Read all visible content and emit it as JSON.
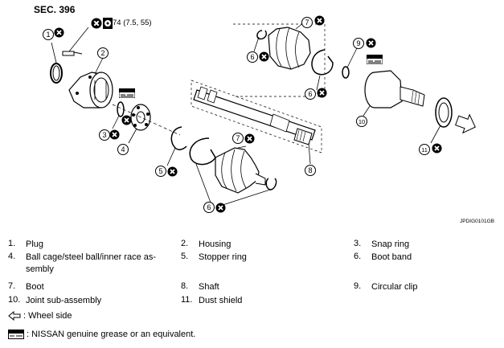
{
  "section_label": "SEC. 396",
  "torque_spec": "74 (7.5, 55)",
  "figure_id": "JPDIG0101GB",
  "callouts": [
    "1",
    "2",
    "3",
    "4",
    "5",
    "6",
    "6",
    "6",
    "7",
    "7",
    "8",
    "9",
    "10",
    "11"
  ],
  "legend": [
    {
      "num": "1.",
      "text": "Plug"
    },
    {
      "num": "2.",
      "text": "Housing"
    },
    {
      "num": "3.",
      "text": "Snap ring"
    },
    {
      "num": "4.",
      "text": "Ball cage/steel ball/inner race as-"
    },
    {
      "num": "",
      "text": "sembly"
    },
    {
      "num": "5.",
      "text": "Stopper ring"
    },
    {
      "num": "6.",
      "text": "Boot band"
    },
    {
      "num": "7.",
      "text": "Boot"
    },
    {
      "num": "8.",
      "text": "Shaft"
    },
    {
      "num": "9.",
      "text": "Circular clip"
    },
    {
      "num": "10.",
      "text": "Joint sub-assembly"
    },
    {
      "num": "11.",
      "text": "Dust shield"
    }
  ],
  "notes": {
    "wheel_side": ": Wheel side",
    "grease": ": NISSAN genuine grease or an equivalent."
  }
}
